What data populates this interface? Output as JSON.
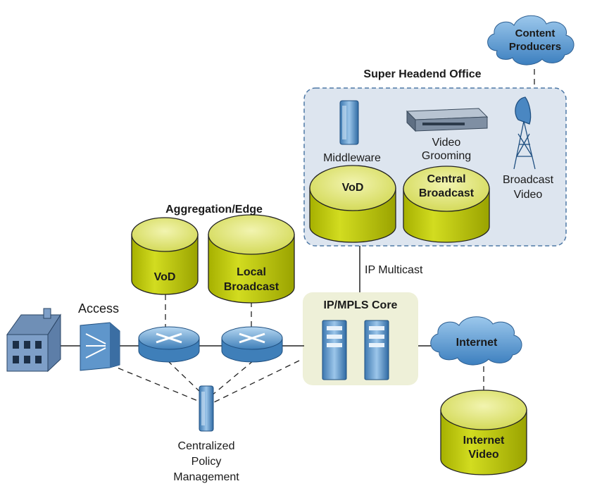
{
  "labels": {
    "super_headend": "Super Headend Office",
    "content_producers_1": "Content",
    "content_producers_2": "Producers",
    "middleware": "Middleware",
    "video_grooming_1": "Video",
    "video_grooming_2": "Grooming",
    "broadcast_video_1": "Broadcast",
    "broadcast_video_2": "Video",
    "vod_she": "VoD",
    "central_broadcast_1": "Central",
    "central_broadcast_2": "Broadcast",
    "aggregation_edge": "Aggregation/Edge",
    "vod_edge": "VoD",
    "local_broadcast_1": "Local",
    "local_broadcast_2": "Broadcast",
    "ip_multicast": "IP Multicast",
    "ip_mpls_core": "IP/MPLS Core",
    "access": "Access",
    "internet": "Internet",
    "internet_video_1": "Internet",
    "internet_video_2": "Video",
    "policy_1": "Centralized",
    "policy_2": "Policy",
    "policy_3": "Management"
  },
  "colors": {
    "cylinder_fill": "#c8d400",
    "cylinder_top": "#e6e97a",
    "panel_she": "#dde5ef",
    "panel_core": "#eef0d8",
    "cloud": "#5b9bd1",
    "router": "#6aa7d4"
  }
}
